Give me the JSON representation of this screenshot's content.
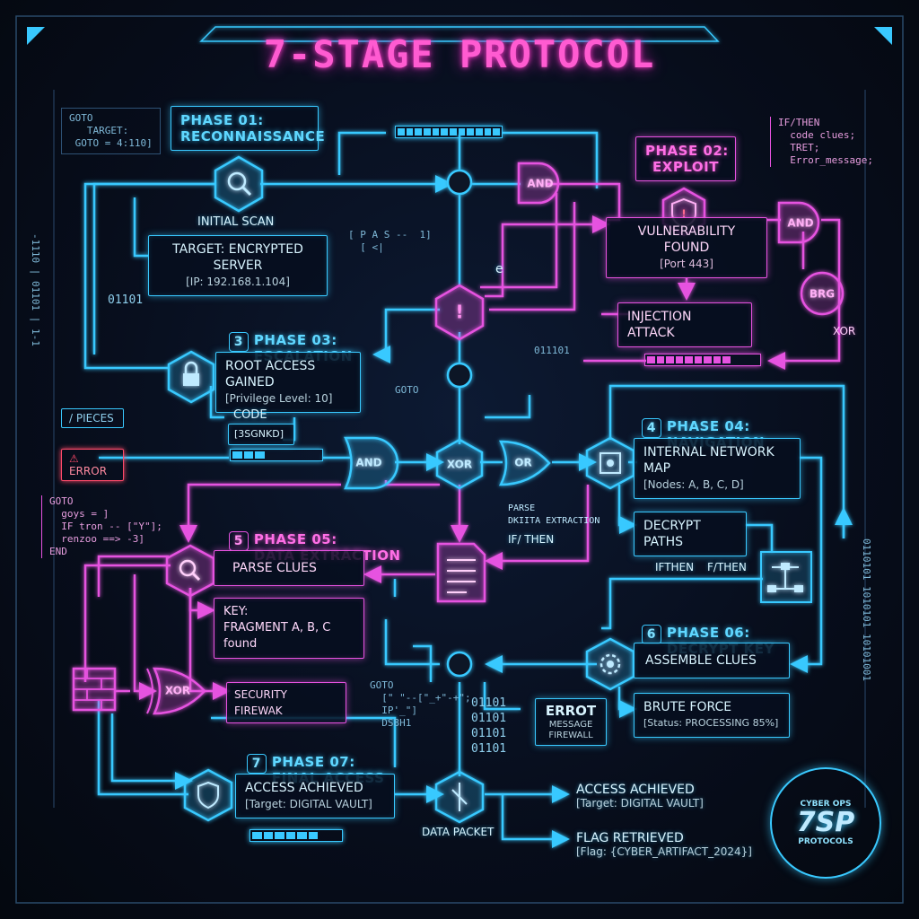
{
  "title": "7-STAGE PROTOCOL",
  "colors": {
    "cyan": "#39c9ff",
    "magenta": "#e652e0",
    "red": "#ff4a6a",
    "background": "#070d1b"
  },
  "code_snippets": {
    "top_left": "GOTO\n   TARGET:\n GOTO = 4:110]",
    "top_right": "IF/THEN\n  code clues;\n  TRET;\n  Error_message;",
    "left_goto": "GOTO\n  goys = ]\n  IF tron -- [\"Y\"];\n  renzoo ==> -3]\nEND",
    "bottom_goto": "GOTO\n  [\" \"--[\"_+\"-+\";\n  IP'_\"]\n  DS8H1",
    "binary_left": "01101",
    "binary_mid": "011101",
    "binary_bottom": "01101\n01101\n01101\n01101",
    "goto_center": "GOTO",
    "right_binary": "0110101 1010101 10101001",
    "left_ticks": "-1110 | 01101 | 1-1"
  },
  "phases": [
    {
      "id": "phase-01",
      "heading": "PHASE 01:\nRECONNAISSANCE",
      "node_icon": "search-icon",
      "node_label": "INITIAL SCAN",
      "box_title": "TARGET: ENCRYPTED SERVER",
      "box_sub": "[IP: 192.168.1.104]"
    },
    {
      "id": "phase-02",
      "heading": "PHASE 02:\nEXPLOIT",
      "node_icon": "shield-alert-icon",
      "box_title": "VULNERABILITY FOUND",
      "box_sub": "[Port 443]",
      "next_box": "INJECTION ATTACK"
    },
    {
      "id": "phase-03",
      "number": "3",
      "heading": "PHASE 03:\nESCALATION",
      "node_icon": "lock-icon",
      "box_title": "ROOT ACCESS GAINED",
      "box_sub": "[Privilege Level: 10]"
    },
    {
      "id": "phase-04",
      "number": "4",
      "heading": "PHASE 04:\nNAVIGATION",
      "node_icon": "network-icon",
      "box_title": "INTERNAL NETWORK MAP",
      "box_sub": "[Nodes: A, B, C, D]",
      "next_box": "DECRYPT PATHS"
    },
    {
      "id": "phase-05",
      "number": "5",
      "heading": "PHASE 05:\nDATA EXTRACTION",
      "node_icon": "magnifier-icon",
      "box_title": "PARSE CLUES",
      "key_box": "KEY:\nFRAGMENT A, B, C\nfound"
    },
    {
      "id": "phase-06",
      "number": "6",
      "heading": "PHASE 06:\nDECRYPT KEY",
      "node_icon": "gear-search-icon",
      "box_title": "ASSEMBLE CLUES",
      "next_title": "BRUTE FORCE",
      "next_sub": "[Status: PROCESSING 85%]"
    },
    {
      "id": "phase-07",
      "number": "7",
      "heading": "PHASE 07:\nFINAL ACCESS",
      "node_icon": "shield-check-icon",
      "box_title": "ACCESS ACHIEVED",
      "box_sub": "[Target: DIGITAL VAULT]"
    }
  ],
  "gates": {
    "and": "AND",
    "xor": "XOR",
    "or": "OR",
    "brg": "BRG"
  },
  "labels": {
    "code": "CODE",
    "code_sub": "[3SGNKD]",
    "pieces": "/ PIECES",
    "error": "ERROR",
    "parse": "PARSE\nDKIITA EXTRACTION",
    "if_then": "IF/ THEN",
    "ifthen_right": "IFTHEN",
    "fthen_right": "F/THEN",
    "security": "SECURITY FIREWAK",
    "error_msg": "ERROT",
    "error_msg_sub": "MESSAGE\nFIREWALL",
    "data_packet": "DATA PACKET",
    "xor_right": "XOR",
    "e_mark": "e",
    "pas": "[ P A S --  1]\n  [ <|"
  },
  "final": {
    "access_title": "ACCESS ACHIEVED",
    "access_sub": "[Target: DIGITAL VAULT]",
    "flag_title": "FLAG RETRIEVED",
    "flag_sub": "[Flag: {CYBER_ARTIFACT_2024}]"
  },
  "logo": {
    "top": "CYBER OPS",
    "main": "7SP",
    "bottom": "PROTOCOLS"
  },
  "progress": {
    "top_bar": 1.0,
    "exploit_bar": 0.75,
    "code_bar": 0.35,
    "final_bar": 0.7
  }
}
